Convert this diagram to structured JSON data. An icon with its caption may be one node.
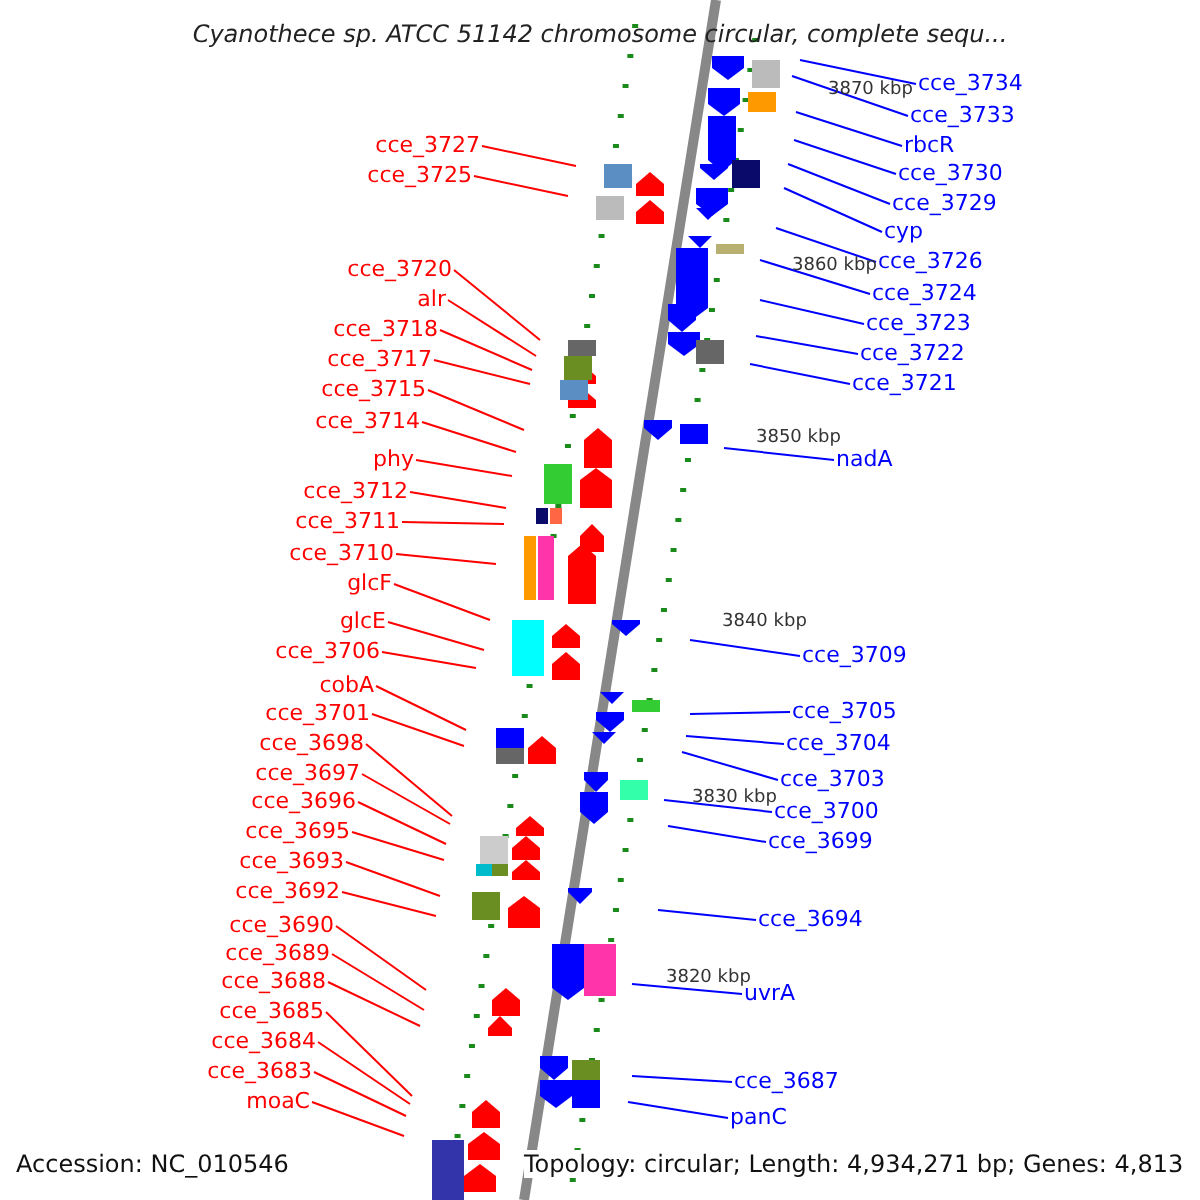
{
  "diagram": {
    "title": "Cyanothece sp. ATCC 51142 chromosome circular, complete sequ...",
    "nodes": [
      {
        "text": [
          "cce_3727"
        ]
      },
      {
        "text": [
          "cce_3725"
        ]
      },
      {
        "text": [
          "cce_3720"
        ]
      },
      {
        "text": [
          "alr"
        ]
      },
      {
        "text": [
          "cce_3718"
        ]
      },
      {
        "text": [
          "cce_3717"
        ]
      },
      {
        "text": [
          "cce_3715"
        ]
      },
      {
        "text": [
          "cce_3714"
        ]
      },
      {
        "text": [
          "phy"
        ]
      },
      {
        "text": [
          "cce_3712"
        ]
      },
      {
        "text": [
          "cce_3711"
        ]
      },
      {
        "text": [
          "cce_3710"
        ]
      },
      {
        "text": [
          "glcF"
        ]
      },
      {
        "text": [
          "glcE"
        ]
      },
      {
        "text": [
          "cce_3706"
        ]
      },
      {
        "text": [
          "cobA"
        ]
      },
      {
        "text": [
          "cce_3701"
        ]
      },
      {
        "text": [
          "cce_3698"
        ]
      },
      {
        "text": [
          "cce_3697"
        ]
      },
      {
        "text": [
          "cce_3696"
        ]
      },
      {
        "text": [
          "cce_3695"
        ]
      },
      {
        "text": [
          "cce_3693"
        ]
      },
      {
        "text": [
          "cce_3692"
        ]
      },
      {
        "text": [
          "cce_3690"
        ]
      },
      {
        "text": [
          "cce_3689"
        ]
      },
      {
        "text": [
          "cce_3688"
        ]
      },
      {
        "text": [
          "cce_3685"
        ]
      },
      {
        "text": [
          "cce_3684"
        ]
      },
      {
        "text": [
          "cce_3683"
        ]
      },
      {
        "text": [
          "moaC"
        ]
      },
      {
        "text": [
          "cce_3734"
        ]
      },
      {
        "text": [
          "cce_3733"
        ]
      },
      {
        "text": [
          "rbcR"
        ]
      },
      {
        "text": [
          "cce_3730"
        ]
      },
      {
        "text": [
          "cce_3729"
        ]
      },
      {
        "text": [
          "cyp"
        ]
      },
      {
        "text": [
          "cce_3726"
        ]
      },
      {
        "text": [
          "cce_3724"
        ]
      },
      {
        "text": [
          "cce_3723"
        ]
      },
      {
        "text": [
          "cce_3722"
        ]
      },
      {
        "text": [
          "cce_3721"
        ]
      },
      {
        "text": [
          "nadA"
        ]
      },
      {
        "text": [
          "cce_3709"
        ]
      },
      {
        "text": [
          "cce_3705"
        ]
      },
      {
        "text": [
          "cce_3704"
        ]
      },
      {
        "text": [
          "cce_3703"
        ]
      },
      {
        "text": [
          "cce_3700"
        ]
      },
      {
        "text": [
          "cce_3699"
        ]
      },
      {
        "text": [
          "cce_3694"
        ]
      },
      {
        "text": [
          "uvrA"
        ]
      },
      {
        "text": [
          "cce_3687"
        ]
      },
      {
        "text": [
          "panC"
        ]
      }
    ],
    "edges": [
      {
        "from": 0,
        "to": null,
        "arrow": "none"
      },
      {
        "from": 1,
        "to": null,
        "arrow": "none"
      },
      {
        "from": 2,
        "to": null,
        "arrow": "none"
      },
      {
        "from": 3,
        "to": null,
        "arrow": "none"
      },
      {
        "from": 4,
        "to": null,
        "arrow": "none"
      },
      {
        "from": 5,
        "to": null,
        "arrow": "none"
      },
      {
        "from": 6,
        "to": null,
        "arrow": "none"
      },
      {
        "from": 7,
        "to": null,
        "arrow": "none"
      },
      {
        "from": 8,
        "to": null,
        "arrow": "none"
      },
      {
        "from": 9,
        "to": null,
        "arrow": "none"
      },
      {
        "from": 10,
        "to": null,
        "arrow": "none"
      },
      {
        "from": 11,
        "to": null,
        "arrow": "none"
      },
      {
        "from": 12,
        "to": null,
        "arrow": "none"
      },
      {
        "from": 13,
        "to": null,
        "arrow": "none"
      },
      {
        "from": 14,
        "to": null,
        "arrow": "none"
      },
      {
        "from": 15,
        "to": null,
        "arrow": "none"
      },
      {
        "from": 16,
        "to": null,
        "arrow": "none"
      },
      {
        "from": 17,
        "to": null,
        "arrow": "none"
      },
      {
        "from": 18,
        "to": null,
        "arrow": "none"
      },
      {
        "from": 19,
        "to": null,
        "arrow": "none"
      },
      {
        "from": 20,
        "to": null,
        "arrow": "none"
      },
      {
        "from": 21,
        "to": null,
        "arrow": "none"
      },
      {
        "from": 22,
        "to": null,
        "arrow": "none"
      },
      {
        "from": 23,
        "to": null,
        "arrow": "none"
      },
      {
        "from": 24,
        "to": null,
        "arrow": "none"
      },
      {
        "from": 25,
        "to": null,
        "arrow": "none"
      },
      {
        "from": 26,
        "to": null,
        "arrow": "none"
      },
      {
        "from": 27,
        "to": null,
        "arrow": "none"
      },
      {
        "from": 28,
        "to": null,
        "arrow": "none"
      },
      {
        "from": 29,
        "to": null,
        "arrow": "none"
      },
      {
        "from": 30,
        "to": null,
        "arrow": "none",
        "color": "#0000ff"
      },
      {
        "from": 31,
        "to": null,
        "arrow": "none",
        "color": "#0000ff"
      },
      {
        "from": 32,
        "to": null,
        "arrow": "none",
        "color": "#0000ff"
      },
      {
        "from": 33,
        "to": null,
        "arrow": "none",
        "color": "#0000ff"
      },
      {
        "from": 34,
        "to": null,
        "arrow": "none",
        "color": "#0000ff"
      },
      {
        "from": 35,
        "to": null,
        "arrow": "none",
        "color": "#0000ff"
      },
      {
        "from": 36,
        "to": null,
        "arrow": "none",
        "color": "#0000ff"
      },
      {
        "from": 37,
        "to": null,
        "arrow": "none",
        "color": "#0000ff"
      },
      {
        "from": 38,
        "to": null,
        "arrow": "none",
        "color": "#0000ff"
      },
      {
        "from": 39,
        "to": null,
        "arrow": "none",
        "color": "#0000ff"
      },
      {
        "from": 40,
        "to": null,
        "arrow": "none",
        "color": "#0000ff"
      },
      {
        "from": 41,
        "to": null,
        "arrow": "none",
        "color": "#0000ff"
      },
      {
        "from": 42,
        "to": null,
        "arrow": "none",
        "color": "#0000ff"
      },
      {
        "from": 43,
        "to": null,
        "arrow": "none",
        "color": "#0000ff"
      },
      {
        "from": 44,
        "to": null,
        "arrow": "none",
        "color": "#0000ff"
      },
      {
        "from": 45,
        "to": null,
        "arrow": "none",
        "color": "#0000ff"
      },
      {
        "from": 46,
        "to": null,
        "arrow": "none",
        "color": "#0000ff"
      },
      {
        "from": 47,
        "to": null,
        "arrow": "none",
        "color": "#0000ff"
      },
      {
        "from": 48,
        "to": null,
        "arrow": "none",
        "color": "#0000ff"
      },
      {
        "from": 49,
        "to": null,
        "arrow": "none",
        "color": "#0000ff"
      },
      {
        "from": 50,
        "to": null,
        "arrow": "none",
        "color": "#0000ff"
      },
      {
        "from": 51,
        "to": null,
        "arrow": "none",
        "color": "#0000ff"
      }
    ],
    "labels": [
      "3870 kbp",
      "3860 kbp",
      "3850 kbp",
      "3840 kbp",
      "3830 kbp",
      "3820 kbp",
      "Accession: NC_010546",
      "Topology: circular; Length: 4,934,271 bp; Genes: 4,813"
    ]
  }
}
